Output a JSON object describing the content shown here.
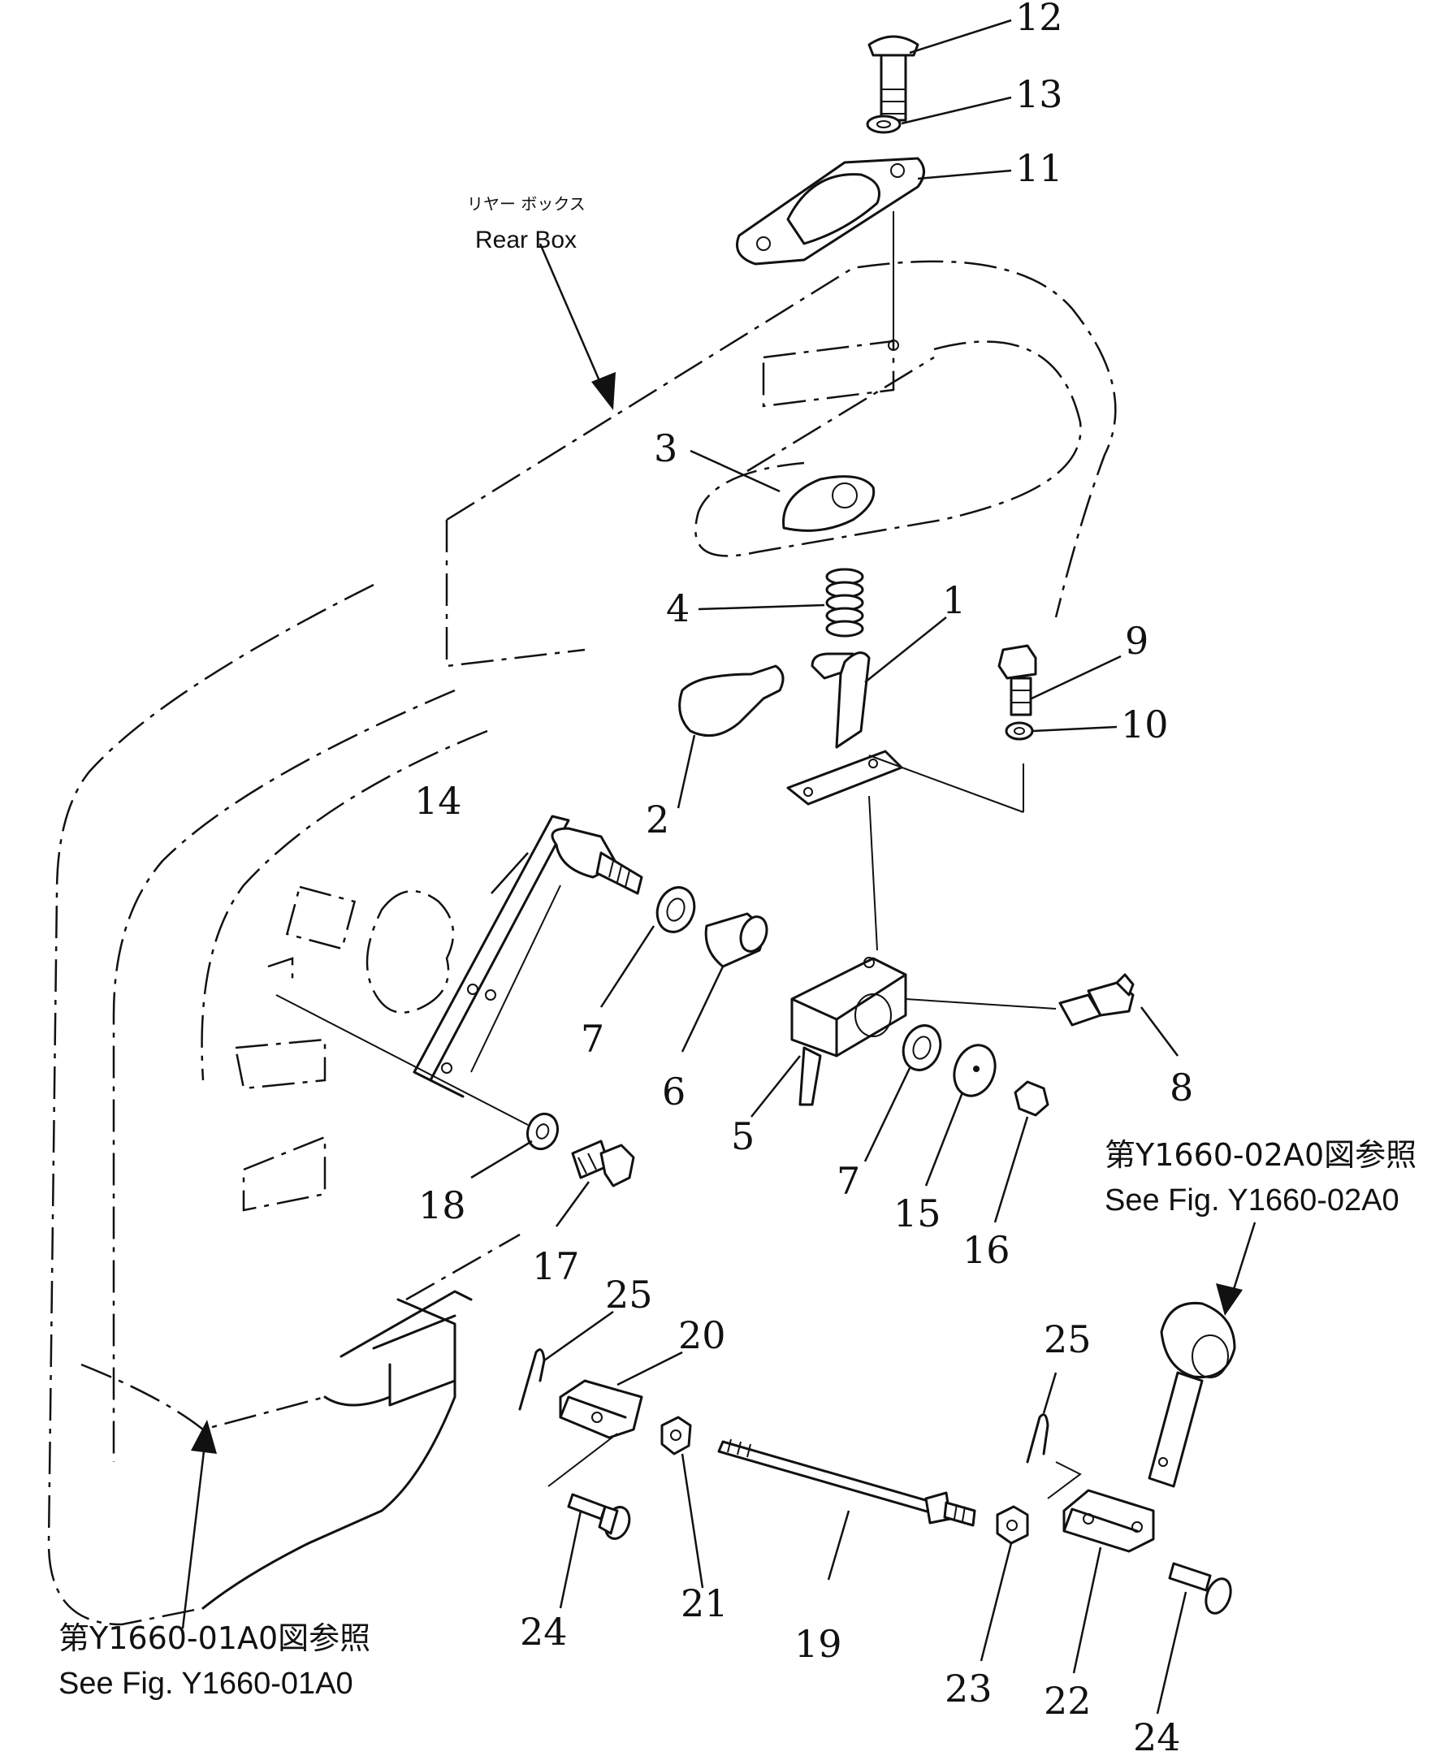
{
  "callouts": {
    "c1": "1",
    "c2": "2",
    "c3": "3",
    "c4": "4",
    "c5": "5",
    "c6": "6",
    "c7a": "7",
    "c7b": "7",
    "c8": "8",
    "c9": "9",
    "c10": "10",
    "c11": "11",
    "c12": "12",
    "c13": "13",
    "c14": "14",
    "c15": "15",
    "c16": "16",
    "c17": "17",
    "c18": "18",
    "c19": "19",
    "c20": "20",
    "c21": "21",
    "c22": "22",
    "c23": "23",
    "c24a": "24",
    "c24b": "24",
    "c25a": "25",
    "c25b": "25"
  },
  "rear_box": {
    "jp": "リヤー ボックス",
    "en": "Rear Box"
  },
  "ref_right": {
    "jp": "第Y1660-02A0図参照",
    "en": "See Fig. Y1660-02A0"
  },
  "ref_left": {
    "jp": "第Y1660-01A0図参照",
    "en": "See Fig. Y1660-01A0"
  }
}
